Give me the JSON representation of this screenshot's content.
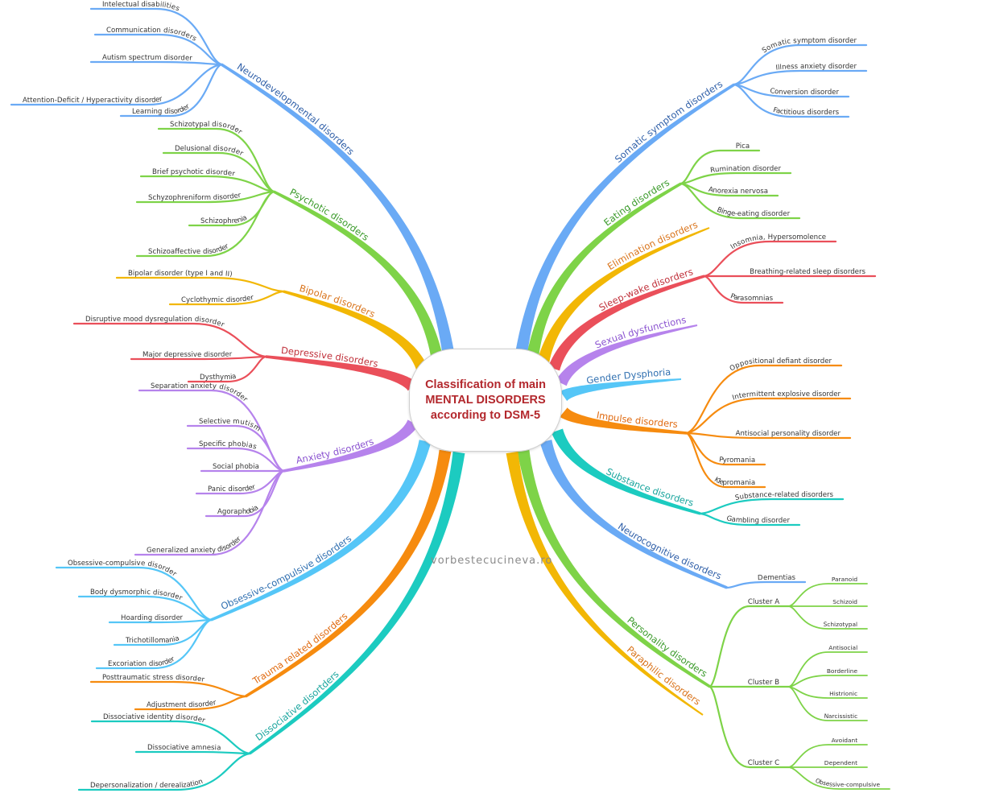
{
  "center": {
    "lines": [
      "Classification of main",
      "MENTAL DISORDERS",
      "according to DSM-5"
    ]
  },
  "watermark": "vorbestecucineva.ro",
  "branches": [
    {
      "label": "Neurodevelopmental disorders",
      "color": "#6aaaf5",
      "label_color": "#2f5fa8",
      "children": [
        {
          "label": "Intelectual disabilities"
        },
        {
          "label": "Communication disorders"
        },
        {
          "label": "Autism spectrum disorder"
        },
        {
          "label": "Attention-Deficit / Hyperactivity disorder"
        },
        {
          "label": "Learning disorder"
        }
      ]
    },
    {
      "label": "Psychotic disorders",
      "color": "#7ed348",
      "label_color": "#3a9a2a",
      "children": [
        {
          "label": "Schizotypal disorder"
        },
        {
          "label": "Delusional disorder"
        },
        {
          "label": "Brief psychotic disorder"
        },
        {
          "label": "Schyzophreniform disorder"
        },
        {
          "label": "Schizophrenia"
        },
        {
          "label": "Schizoaffective disorder"
        }
      ]
    },
    {
      "label": "Bipolar disorders",
      "color": "#f2b705",
      "label_color": "#d9731a",
      "children": [
        {
          "label": "Bipolar disorder (type I and II)"
        },
        {
          "label": "Cyclothymic disorder"
        }
      ]
    },
    {
      "label": "Depressive disorders",
      "color": "#ea4f5a",
      "label_color": "#c0303a",
      "children": [
        {
          "label": "Disruptive mood dysregulation disorder"
        },
        {
          "label": "Major depressive disorder"
        },
        {
          "label": "Dysthymia"
        }
      ]
    },
    {
      "label": "Anxiety disorders",
      "color": "#b683ec",
      "label_color": "#8a52d0",
      "children": [
        {
          "label": "Separation anxiety disorder"
        },
        {
          "label": "Selective mutism"
        },
        {
          "label": "Specific phobias"
        },
        {
          "label": "Social phobia"
        },
        {
          "label": "Panic disorder"
        },
        {
          "label": "Agoraphobia"
        },
        {
          "label": "Generalized anxiety disorder"
        }
      ]
    },
    {
      "label": "Obsessive-compulsive disorders",
      "color": "#55c6f7",
      "label_color": "#2f6fb0",
      "children": [
        {
          "label": "Obsessive-compulsive disorder"
        },
        {
          "label": "Body dysmorphic disorder"
        },
        {
          "label": "Hoarding disorder"
        },
        {
          "label": "Trichotillomania"
        },
        {
          "label": "Excoriation disorder"
        }
      ]
    },
    {
      "label": "Trauma related disorders",
      "color": "#f68b0f",
      "label_color": "#e06a10",
      "children": [
        {
          "label": "Posttraumatic stress disorder"
        },
        {
          "label": "Adjustment disorder"
        }
      ]
    },
    {
      "label": "Dissociative disortders",
      "color": "#1ccbc0",
      "label_color": "#1aa59e",
      "children": [
        {
          "label": "Dissociative identity disorder"
        },
        {
          "label": "Dissociative amnesia"
        },
        {
          "label": "Depersonalization / derealization"
        }
      ]
    },
    {
      "label": "Somatic symptom disorders",
      "color": "#6aaaf5",
      "label_color": "#2f5fa8",
      "children": [
        {
          "label": "Somatic symptom disorder"
        },
        {
          "label": "Illness anxiety disorder"
        },
        {
          "label": "Conversion disorder"
        },
        {
          "label": "Factitious disorders"
        }
      ]
    },
    {
      "label": "Eating disorders",
      "color": "#7ed348",
      "label_color": "#3a9a2a",
      "children": [
        {
          "label": "Pica"
        },
        {
          "label": "Rumination disorder"
        },
        {
          "label": "Anorexia nervosa"
        },
        {
          "label": "Binge-eating disorder"
        }
      ]
    },
    {
      "label": "Elimination disorders",
      "color": "#f2b705",
      "label_color": "#d9731a",
      "children": []
    },
    {
      "label": "Sleep-wake disorders",
      "color": "#ea4f5a",
      "label_color": "#c0303a",
      "children": [
        {
          "label": "Insomnia, Hypersomolence"
        },
        {
          "label": "Breathing-related sleep disorders"
        },
        {
          "label": "Parasomnias"
        }
      ]
    },
    {
      "label": "Sexual dysfunctions",
      "color": "#b683ec",
      "label_color": "#8a52d0",
      "children": []
    },
    {
      "label": "Gender Dysphoria",
      "color": "#55c6f7",
      "label_color": "#2f6fb0",
      "children": []
    },
    {
      "label": "Impulse disorders",
      "color": "#f68b0f",
      "label_color": "#e06a10",
      "children": [
        {
          "label": "Oppositional defiant disorder"
        },
        {
          "label": "Intermittent explosive disorder"
        },
        {
          "label": "Antisocial personality disorder"
        },
        {
          "label": "Pyromania"
        },
        {
          "label": "Klepromania"
        }
      ]
    },
    {
      "label": "Substance disorders",
      "color": "#1ccbc0",
      "label_color": "#1aa59e",
      "children": [
        {
          "label": "Substance-related disorders"
        },
        {
          "label": "Gambling disorder"
        }
      ]
    },
    {
      "label": "Neurocognitive disorders",
      "color": "#6aaaf5",
      "label_color": "#2f5fa8",
      "children": [
        {
          "label": "Dementias"
        }
      ]
    },
    {
      "label": "Personality disorders",
      "color": "#7ed348",
      "label_color": "#3a9a2a",
      "children": [
        {
          "label": "Cluster A",
          "children": [
            {
              "label": "Paranoid"
            },
            {
              "label": "Schizoid"
            },
            {
              "label": "Schizotypal"
            }
          ]
        },
        {
          "label": "Cluster B",
          "children": [
            {
              "label": "Antisocial"
            },
            {
              "label": "Borderline"
            },
            {
              "label": "Histrionic"
            },
            {
              "label": "Narcissistic"
            }
          ]
        },
        {
          "label": "Cluster C",
          "children": [
            {
              "label": "Avoidant"
            },
            {
              "label": "Dependent"
            },
            {
              "label": "Obsessive-compulsive"
            }
          ]
        }
      ]
    },
    {
      "label": "Paraphilic disorders",
      "color": "#f2b705",
      "label_color": "#d9731a",
      "children": []
    }
  ]
}
